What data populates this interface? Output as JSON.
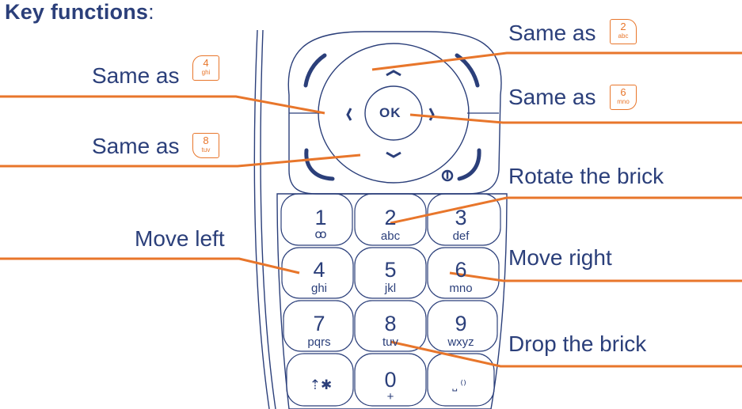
{
  "heading": {
    "title": "Key functions",
    "colon": ":"
  },
  "callouts": {
    "same_as_2": {
      "text": "Same as",
      "key_digit": "2",
      "key_letters": "abc"
    },
    "same_as_4": {
      "text": "Same as",
      "key_digit": "4",
      "key_letters": "ghi"
    },
    "same_as_6": {
      "text": "Same as",
      "key_digit": "6",
      "key_letters": "mno"
    },
    "same_as_8": {
      "text": "Same as",
      "key_digit": "8",
      "key_letters": "tuv"
    },
    "rotate": "Rotate the brick",
    "move_left": "Move left",
    "move_right": "Move right",
    "drop": "Drop the brick"
  },
  "keypad": {
    "ok_label": "OK",
    "keys": [
      {
        "digit": "1",
        "letters": "ꝏ"
      },
      {
        "digit": "2",
        "letters": "abc"
      },
      {
        "digit": "3",
        "letters": "def"
      },
      {
        "digit": "4",
        "letters": "ghi"
      },
      {
        "digit": "5",
        "letters": "jkl"
      },
      {
        "digit": "6",
        "letters": "mno"
      },
      {
        "digit": "7",
        "letters": "pqrs"
      },
      {
        "digit": "8",
        "letters": "tuv"
      },
      {
        "digit": "9",
        "letters": "wxyz"
      },
      {
        "digit": "",
        "letters": "⇡✱"
      },
      {
        "digit": "0",
        "letters": "+"
      },
      {
        "digit": "",
        "letters": "⎵ ⁽⁾"
      }
    ]
  },
  "colors": {
    "phone_outline": "#2b3f7a",
    "callout_line": "#e8762b",
    "text": "#2b3f7a"
  }
}
